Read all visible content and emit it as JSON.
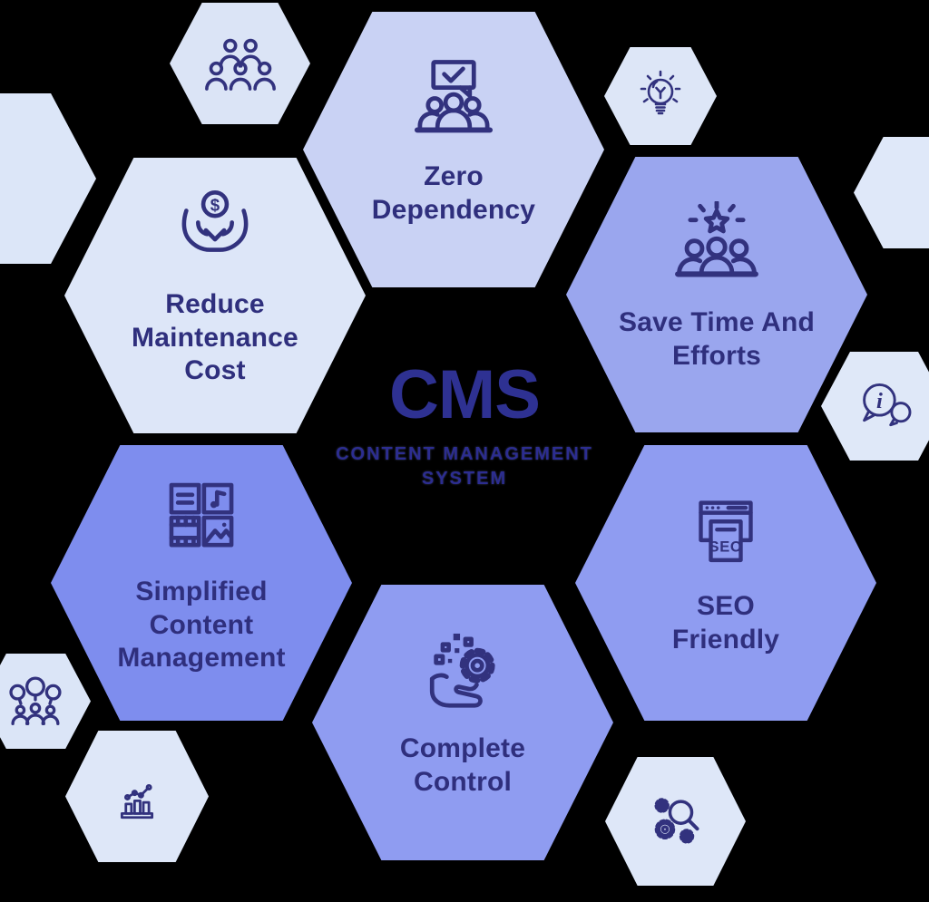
{
  "colors": {
    "background": "#000000",
    "ink": "#32327e",
    "label": "#2f2f7d",
    "title": "#2e3192",
    "subtitle": "#2c2d90"
  },
  "center": {
    "title": "CMS",
    "subtitle": "CONTENT MANAGEMENT\nSYSTEM"
  },
  "features": {
    "zero_dependency": {
      "label": "Zero\nDependency",
      "icon": "team-presentation-icon",
      "fill": "#c9d2f4"
    },
    "reduce_maintenance_cost": {
      "label": "Reduce\nMaintenance\nCost",
      "icon": "hands-money-icon",
      "fill": "#dde6f8"
    },
    "save_time_and_efforts": {
      "label": "Save Time And\nEfforts",
      "icon": "star-team-icon",
      "fill": "#9aa6ee"
    },
    "simplified_content_management": {
      "label": "Simplified\nContent\nManagement",
      "icon": "content-tiles-icon",
      "fill": "#7e8dee"
    },
    "seo_friendly": {
      "label": "SEO\nFriendly",
      "icon": "seo-browser-icon",
      "fill": "#8f9cf1"
    },
    "complete_control": {
      "label": "Complete\nControl",
      "icon": "hand-gear-icon",
      "fill": "#8f9cf1"
    }
  },
  "decorations": {
    "users": {
      "icon": "users-icon",
      "fill": "#dbe4f6"
    },
    "lightbulb": {
      "icon": "lightbulb-icon",
      "fill": "#dde6f7"
    },
    "info_chat": {
      "icon": "info-chat-icon",
      "fill": "#dfe8f8"
    },
    "discussion": {
      "icon": "discussion-icon",
      "fill": "#dbe5f7"
    },
    "bar_chart": {
      "icon": "bar-chart-icon",
      "fill": "#dee7f8"
    },
    "gears_search": {
      "icon": "gears-search-icon",
      "fill": "#dee7f8"
    },
    "edge_left": {
      "fill": "#dce6f8"
    },
    "edge_right": {
      "fill": "#dfe8f9"
    }
  },
  "icon_text": {
    "dollar": "$",
    "seo": "SEO",
    "info": "i"
  }
}
